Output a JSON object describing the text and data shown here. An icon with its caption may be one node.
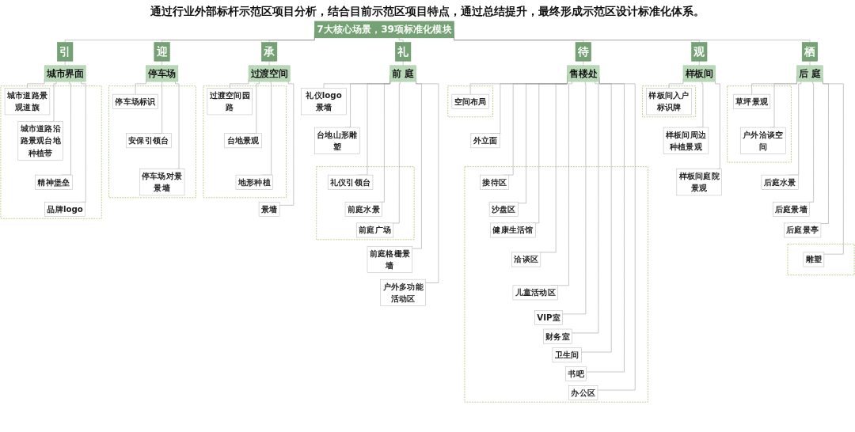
{
  "diagram": {
    "title": "通过行业外部标杆示范区项目分析，结合目前示范区项目特点，通过总结提升，最终形成示范区设计标准化体系。",
    "nodes": [
      {
        "text": [
          "7大核心场景，39项标准化模块"
        ]
      },
      {
        "text": [
          "引"
        ]
      },
      {
        "text": [
          "迎"
        ]
      },
      {
        "text": [
          "承"
        ]
      },
      {
        "text": [
          "礼"
        ]
      },
      {
        "text": [
          "待"
        ]
      },
      {
        "text": [
          "观"
        ]
      },
      {
        "text": [
          "栖"
        ]
      },
      {
        "text": [
          "城市界面"
        ]
      },
      {
        "text": [
          "停车场"
        ]
      },
      {
        "text": [
          "过渡空间"
        ]
      },
      {
        "text": [
          "前 庭"
        ]
      },
      {
        "text": [
          "售楼处"
        ]
      },
      {
        "text": [
          "样板间"
        ]
      },
      {
        "text": [
          "后 庭"
        ]
      },
      {
        "text": [],
        "shape": "box"
      },
      {
        "text": [
          "城市道路景观道旗"
        ],
        "in": 15
      },
      {
        "text": [
          "城市道路沿路景观台地种植带"
        ],
        "in": 15
      },
      {
        "text": [
          "精神堡垒"
        ],
        "in": 15
      },
      {
        "text": [
          "品牌logo"
        ],
        "in": 15
      },
      {
        "text": [],
        "shape": "box"
      },
      {
        "text": [
          "停车场标识"
        ],
        "in": 20
      },
      {
        "text": [
          "安保引领台"
        ],
        "in": 20
      },
      {
        "text": [
          "停车场对景景墙"
        ],
        "in": 20
      },
      {
        "text": [],
        "shape": "box"
      },
      {
        "text": [
          "过渡空间园路"
        ],
        "in": 24
      },
      {
        "text": [
          "台地景观"
        ],
        "in": 24
      },
      {
        "text": [
          "地形种植"
        ],
        "in": 24
      },
      {
        "text": [
          "景墙"
        ]
      },
      {
        "text": [
          "礼仪logo景墙"
        ]
      },
      {
        "text": [
          "台地山形雕塑"
        ]
      },
      {
        "text": [],
        "shape": "box"
      },
      {
        "text": [
          "礼仪引领台"
        ],
        "in": 31
      },
      {
        "text": [
          "前庭水景"
        ],
        "in": 31
      },
      {
        "text": [
          "前庭广场"
        ],
        "in": 31
      },
      {
        "text": [
          "前庭格栅景墙"
        ]
      },
      {
        "text": [
          "户外多功能活动区"
        ]
      },
      {
        "text": [],
        "shape": "box"
      },
      {
        "text": [
          "空间布局"
        ],
        "in": 37
      },
      {
        "text": [
          "外立面"
        ]
      },
      {
        "text": [],
        "shape": "box"
      },
      {
        "text": [
          "接待区"
        ],
        "in": 40
      },
      {
        "text": [
          "沙盘区"
        ],
        "in": 40
      },
      {
        "text": [
          "健康生活馆"
        ],
        "in": 40
      },
      {
        "text": [
          "洽谈区"
        ],
        "in": 40
      },
      {
        "text": [
          "儿童活动区"
        ],
        "in": 40
      },
      {
        "text": [
          "VIP室"
        ],
        "in": 40
      },
      {
        "text": [
          "财务室"
        ],
        "in": 40
      },
      {
        "text": [
          "卫生间"
        ],
        "in": 40
      },
      {
        "text": [
          "书吧"
        ],
        "in": 40
      },
      {
        "text": [
          "办公区"
        ],
        "in": 40
      },
      {
        "text": [],
        "shape": "box"
      },
      {
        "text": [
          "样板间入户标识牌"
        ],
        "in": 51
      },
      {
        "text": [
          "样板间周边种植景观"
        ]
      },
      {
        "text": [
          "样板间庭院景观"
        ]
      },
      {
        "text": [],
        "shape": "box"
      },
      {
        "text": [
          "草坪景观"
        ],
        "in": 55
      },
      {
        "text": [
          "户外洽谈空间"
        ],
        "in": 55
      },
      {
        "text": [
          "后庭水景"
        ]
      },
      {
        "text": [
          "后庭景墙"
        ]
      },
      {
        "text": [
          "后庭景亭"
        ]
      },
      {
        "text": [],
        "shape": "box"
      },
      {
        "text": [
          "雕塑"
        ],
        "in": 61
      }
    ],
    "edges": [
      {
        "from": 0,
        "to": 1,
        "arrow": "none"
      },
      {
        "from": 0,
        "to": 2,
        "arrow": "none"
      },
      {
        "from": 0,
        "to": 3,
        "arrow": "none"
      },
      {
        "from": 0,
        "to": 4,
        "arrow": "none"
      },
      {
        "from": 0,
        "to": 5,
        "arrow": "none"
      },
      {
        "from": 0,
        "to": 6,
        "arrow": "none"
      },
      {
        "from": 0,
        "to": 7,
        "arrow": "none"
      },
      {
        "from": 1,
        "to": 8,
        "arrow": "none"
      },
      {
        "from": 2,
        "to": 9,
        "arrow": "none"
      },
      {
        "from": 3,
        "to": 10,
        "arrow": "none"
      },
      {
        "from": 4,
        "to": 11,
        "arrow": "none"
      },
      {
        "from": 5,
        "to": 12,
        "arrow": "none"
      },
      {
        "from": 6,
        "to": 13,
        "arrow": "none"
      },
      {
        "from": 7,
        "to": 14,
        "arrow": "none"
      },
      {
        "from": 8,
        "to": 16,
        "arrow": "none"
      },
      {
        "from": 8,
        "to": 17,
        "arrow": "none"
      },
      {
        "from": 8,
        "to": 18,
        "arrow": "none"
      },
      {
        "from": 8,
        "to": 19,
        "arrow": "none"
      },
      {
        "from": 9,
        "to": 21,
        "arrow": "none"
      },
      {
        "from": 9,
        "to": 22,
        "arrow": "none"
      },
      {
        "from": 9,
        "to": 23,
        "arrow": "none"
      },
      {
        "from": 10,
        "to": 25,
        "arrow": "none"
      },
      {
        "from": 10,
        "to": 26,
        "arrow": "none"
      },
      {
        "from": 10,
        "to": 27,
        "arrow": "none"
      },
      {
        "from": 10,
        "to": 28,
        "arrow": "none"
      },
      {
        "from": 11,
        "to": 29,
        "arrow": "none"
      },
      {
        "from": 11,
        "to": 30,
        "arrow": "none"
      },
      {
        "from": 11,
        "to": 32,
        "arrow": "none"
      },
      {
        "from": 11,
        "to": 33,
        "arrow": "none"
      },
      {
        "from": 11,
        "to": 34,
        "arrow": "none"
      },
      {
        "from": 11,
        "to": 35,
        "arrow": "none"
      },
      {
        "from": 11,
        "to": 36,
        "arrow": "none"
      },
      {
        "from": 12,
        "to": 38,
        "arrow": "none"
      },
      {
        "from": 12,
        "to": 39,
        "arrow": "none"
      },
      {
        "from": 12,
        "to": 41,
        "arrow": "none"
      },
      {
        "from": 12,
        "to": 42,
        "arrow": "none"
      },
      {
        "from": 12,
        "to": 43,
        "arrow": "none"
      },
      {
        "from": 12,
        "to": 44,
        "arrow": "none"
      },
      {
        "from": 12,
        "to": 45,
        "arrow": "none"
      },
      {
        "from": 12,
        "to": 46,
        "arrow": "none"
      },
      {
        "from": 12,
        "to": 47,
        "arrow": "none"
      },
      {
        "from": 12,
        "to": 48,
        "arrow": "none"
      },
      {
        "from": 12,
        "to": 49,
        "arrow": "none"
      },
      {
        "from": 12,
        "to": 50,
        "arrow": "none"
      },
      {
        "from": 13,
        "to": 52,
        "arrow": "none"
      },
      {
        "from": 13,
        "to": 53,
        "arrow": "none"
      },
      {
        "from": 13,
        "to": 54,
        "arrow": "none"
      },
      {
        "from": 14,
        "to": 56,
        "arrow": "none"
      },
      {
        "from": 14,
        "to": 57,
        "arrow": "none"
      },
      {
        "from": 14,
        "to": 58,
        "arrow": "none"
      },
      {
        "from": 14,
        "to": 59,
        "arrow": "none"
      },
      {
        "from": 14,
        "to": 60,
        "arrow": "none"
      },
      {
        "from": 14,
        "to": 62,
        "arrow": "none"
      }
    ]
  }
}
